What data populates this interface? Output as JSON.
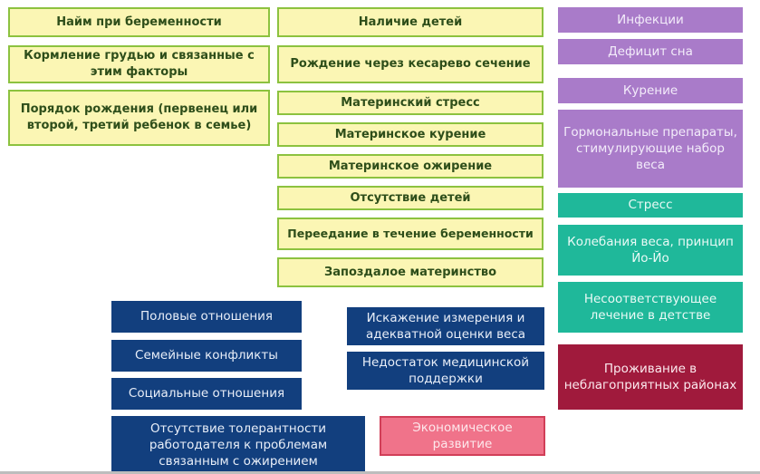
{
  "yellow_left": [
    "Найм при беременности",
    "Кормление грудью и связанные с этим факторы",
    "Порядок рождения (первенец или второй, третий ребенок  в семье)"
  ],
  "yellow_middle": [
    "Наличие детей",
    "Рождение через кесарево сечение",
    "Материнский стресс",
    "Материнское курение",
    "Материнское ожирение",
    "Отсутствие детей",
    "Переедание в течение беременности",
    "Запоздалое материнство"
  ],
  "purple": [
    "Инфекции",
    "Дефицит сна",
    "Курение",
    "Гормональные препараты, стимулирующие набор веса"
  ],
  "teal": [
    "Стресс",
    "Колебания веса, принцип Йо-Йо",
    "Несоответствующее лечение в детстве"
  ],
  "maroon": [
    "Проживание в неблагоприятных районах"
  ],
  "navy_left": [
    "Половые отношения",
    "Семейные конфликты",
    "Социальные отношения",
    "Отсутствие толерантности работодателя к проблемам связанным с ожирением"
  ],
  "navy_middle": [
    "Искажение измерения и адекватной оценки веса",
    "Недостаток медицинской поддержки"
  ],
  "pink": [
    "Экономическое развитие"
  ],
  "colors": {
    "yellow_fill": "#fbf6b4",
    "yellow_border": "#8cc23f",
    "purple": "#a97bc9",
    "teal": "#1fb89a",
    "maroon": "#a01a3c",
    "navy": "#123f7e",
    "pink": "#f0738a"
  }
}
